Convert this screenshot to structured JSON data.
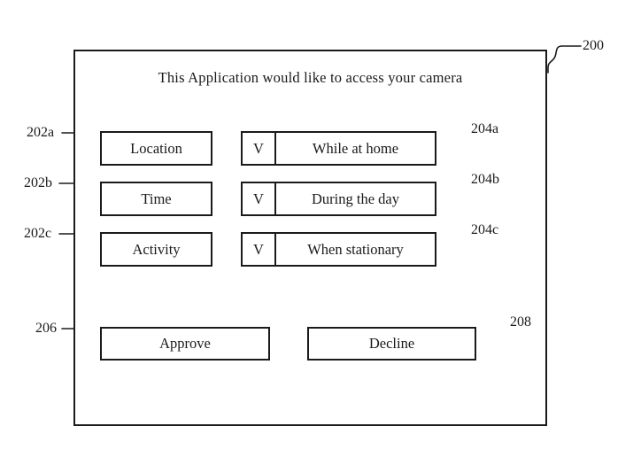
{
  "figure": {
    "title": "This Application would like to access your camera",
    "ref_main": "200",
    "fields": [
      {
        "ref": "202a",
        "label": "Location",
        "dropdown_ref": "204a",
        "dropdown_glyph": "V",
        "dropdown_value": "While at home"
      },
      {
        "ref": "202b",
        "label": "Time",
        "dropdown_ref": "204b",
        "dropdown_glyph": "V",
        "dropdown_value": "During the day"
      },
      {
        "ref": "202c",
        "label": "Activity",
        "dropdown_ref": "204c",
        "dropdown_glyph": "V",
        "dropdown_value": "When stationary"
      }
    ],
    "buttons": [
      {
        "ref": "206",
        "label": "Approve"
      },
      {
        "ref": "208",
        "label": "Decline"
      }
    ],
    "colors": {
      "ink": "#1a1a1a",
      "background": "#ffffff"
    }
  }
}
